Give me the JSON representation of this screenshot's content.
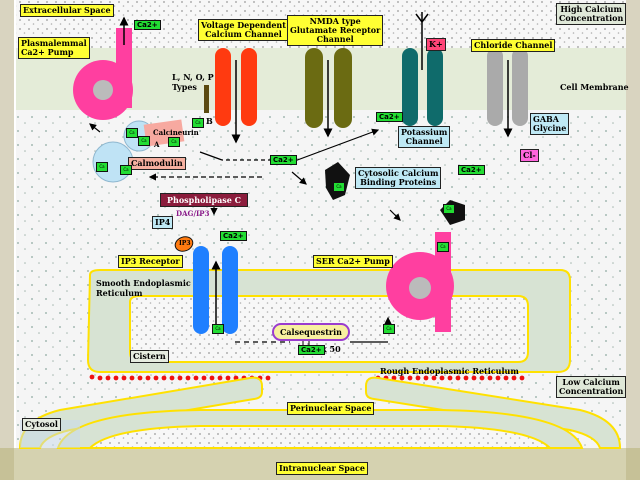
{
  "labels": {
    "extracellular_space": "Extracellular Space",
    "high_calcium": "High Calcium\nConcentration",
    "low_calcium": "Low Calcium\nConcentration",
    "plasmalemmal_pump": "Plasmalemmal\nCa2+ Pump",
    "vdcc": "Voltage Dependent\nCalcium Channel",
    "nmda": "NMDA type\nGlutamate Receptor\nChannel",
    "chloride_channel": "Chloride Channel",
    "cell_membrane": "Cell Membrane",
    "lnopq_types": "L, N, O, P\nTypes",
    "calcineurin": "Calcineurin",
    "calcineurin_b": "B",
    "calcineurin_a": "A",
    "calmodulin": "Calmodulin",
    "potassium_channel": "Potassium\nChannel",
    "gaba_glycine": "GABA\nGlycine",
    "cl_ion": "Cl-",
    "k_ion": "K+",
    "cytosolic_binding": "Cytosolic Calcium\nBinding Proteins",
    "phospholipase_c": "Phospholipase C",
    "dag_ip3": "DAG/IP3",
    "ip4": "IP4",
    "ip3_receptor": "IP3 Receptor",
    "ip3_badge": "IP3",
    "ser_pump": "SER Ca2+ Pump",
    "smooth_er": "Smooth Endoplasmic\nReticulum",
    "cistern": "Cistern",
    "calsequestrin": "Calsequestrin",
    "times_50": "x 50",
    "rough_er": "Rough Endoplasmic Reticulum",
    "perinuclear": "Perinuclear Space",
    "cytosol": "Cytosol",
    "intranuclear": "Intranuclear Space",
    "ca_tag": "Ca2+",
    "ca_mini": "Ca"
  },
  "colors": {
    "membrane": "#e4ecd8",
    "cytosol": "#f4f4f4",
    "pump_pink": "#ff3fa0",
    "vdcc_red": "#ff3a10",
    "nmda_olive": "#6b6b12",
    "k_teal": "#0f6b6b",
    "cl_gray": "#aaaaaa",
    "ip3_blue": "#1f7fff",
    "ca_green": "#22dd33",
    "label_yellow": "#ffff33",
    "er_dots": "#ee1111"
  }
}
